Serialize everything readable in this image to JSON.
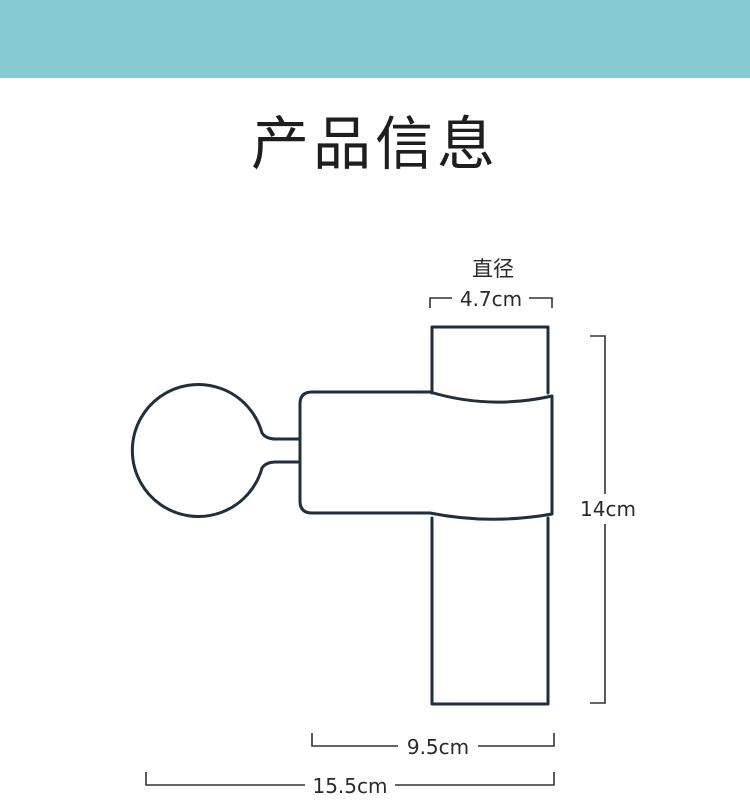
{
  "header": {
    "band_color": "#86cbd4",
    "title": "产品信息"
  },
  "diagram": {
    "outline_color": "#1f2f3d",
    "dimension_color": "#333333",
    "labels": {
      "diameter_caption": "直径",
      "diameter": "4.7cm",
      "height": "14cm",
      "head_width": "9.5cm",
      "total_length": "15.5cm"
    }
  }
}
